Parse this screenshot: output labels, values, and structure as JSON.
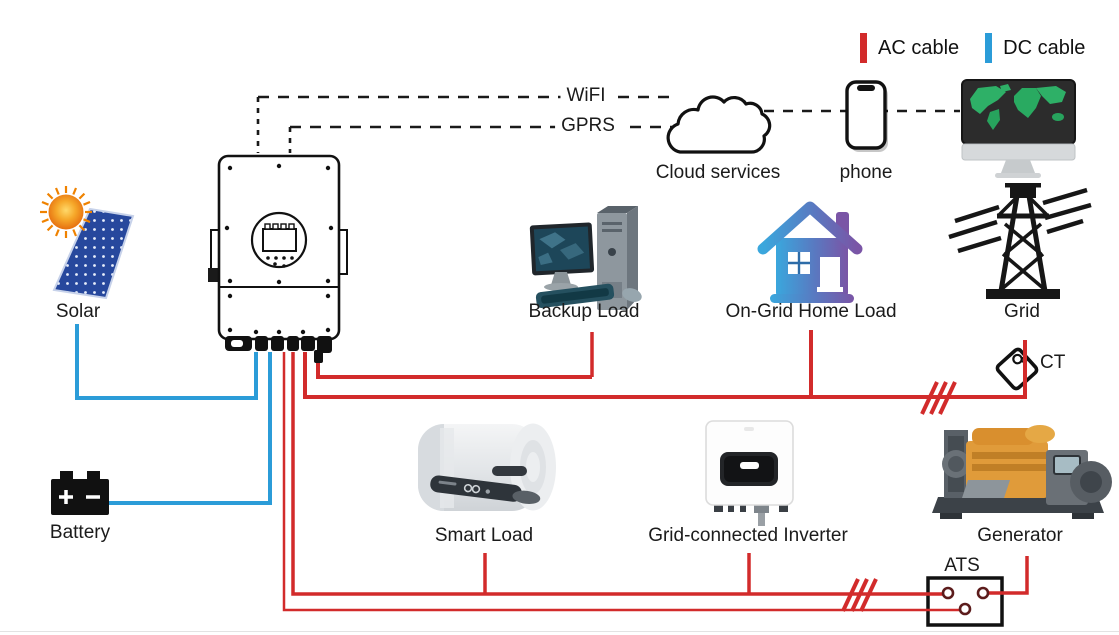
{
  "legend": {
    "ac": {
      "label": "AC cable",
      "color": "#d22b2b"
    },
    "dc": {
      "label": "DC cable",
      "color": "#2b9cd8"
    }
  },
  "comm": {
    "wifi": "WiFI",
    "gprs": "GPRS",
    "cloud": "Cloud services",
    "phone": "phone"
  },
  "nodes": {
    "solar": "Solar",
    "battery": "Battery",
    "backup_load": "Backup Load",
    "ongrid_home_load": "On-Grid Home Load",
    "grid": "Grid",
    "ct": "CT",
    "smart_load": "Smart Load",
    "grid_connected_inverter": "Grid-connected Inverter",
    "generator": "Generator",
    "ats": "ATS"
  }
}
